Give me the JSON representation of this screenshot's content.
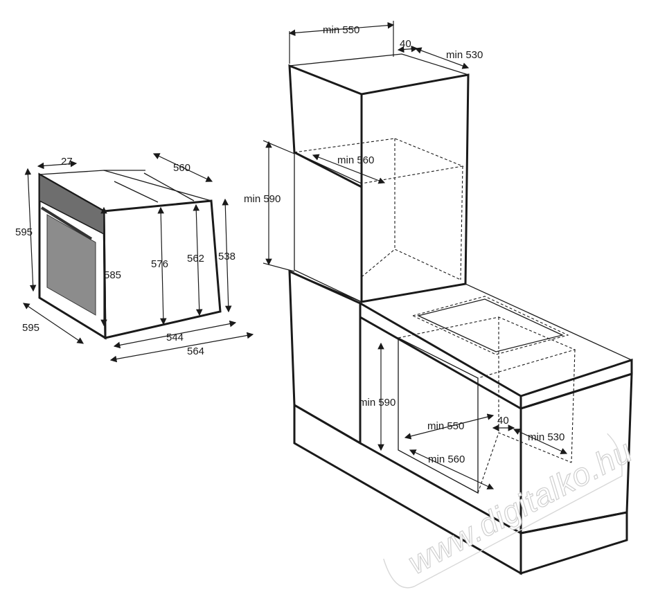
{
  "oven": {
    "depth_top": "27",
    "depth_total": "560",
    "height_total": "595",
    "height_inner": "585",
    "height_576": "576",
    "height_562": "562",
    "height_538": "538",
    "width_front": "595",
    "width_544": "544",
    "width_564": "564"
  },
  "tall_cabinet": {
    "width": "min 550",
    "gap": "40",
    "depth": "min 530",
    "niche_width": "min 560",
    "niche_height": "min 590"
  },
  "base_cabinet": {
    "niche_height": "min 590",
    "width": "min 550",
    "gap": "40",
    "depth": "min 530",
    "niche_width": "min 560"
  },
  "watermark": "www.digitalko.hu"
}
